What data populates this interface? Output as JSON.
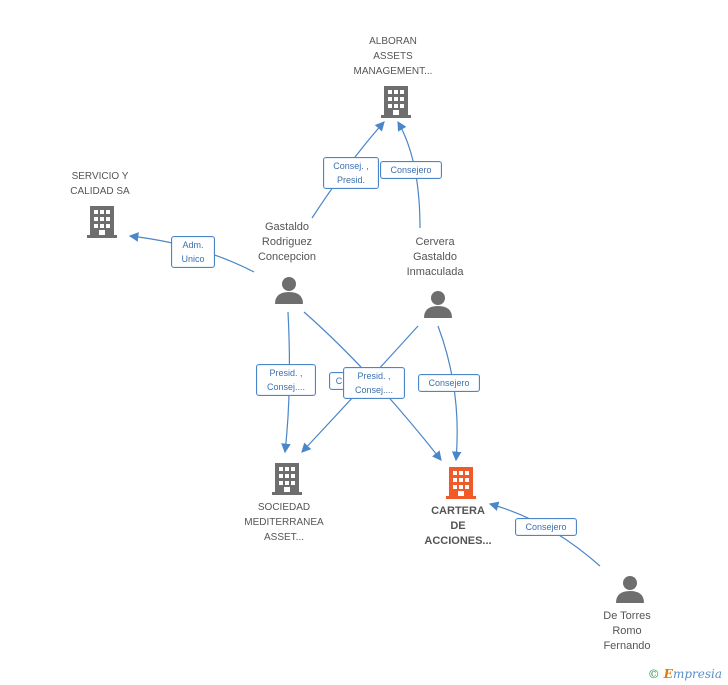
{
  "nodes": {
    "alboran": {
      "label": "ALBORAN\nASSETS\nMANAGEMENT...",
      "icon": "building-icon",
      "type": "company"
    },
    "servicio": {
      "label": "SERVICIO Y\nCALIDAD SA",
      "icon": "building-icon",
      "type": "company"
    },
    "gastaldo_rodriguez": {
      "label": "Gastaldo\nRodriguez\nConcepcion",
      "icon": "person-icon",
      "type": "person"
    },
    "cervera": {
      "label": "Cervera\nGastaldo\nInmaculada",
      "icon": "person-icon",
      "type": "person"
    },
    "sociedad": {
      "label": "SOCIEDAD\nMEDITERRANEA\nASSET...",
      "icon": "building-icon",
      "type": "company"
    },
    "cartera": {
      "label": "CARTERA\nDE\nACCIONES...",
      "icon": "building-icon",
      "type": "company-focus"
    },
    "de_torres": {
      "label": "De Torres\nRomo\nFernando",
      "icon": "person-icon",
      "type": "person"
    }
  },
  "edges": {
    "e1": "Consej. ,\nPresid.",
    "e2": "Consejero",
    "e3": "Adm.\nUnico",
    "e4": "Presid. ,\nConsej....",
    "e5": "C",
    "e6": "Presid. ,\nConsej....",
    "e7": "Consejero",
    "e8": "Consejero"
  },
  "colors": {
    "edge": "#4a86c8",
    "building": "#6e6e6e",
    "person": "#6e6e6e",
    "focus": "#f05a28"
  },
  "footer": {
    "copyright": "©",
    "brand_initial": "E",
    "brand_rest": "mpresia"
  }
}
